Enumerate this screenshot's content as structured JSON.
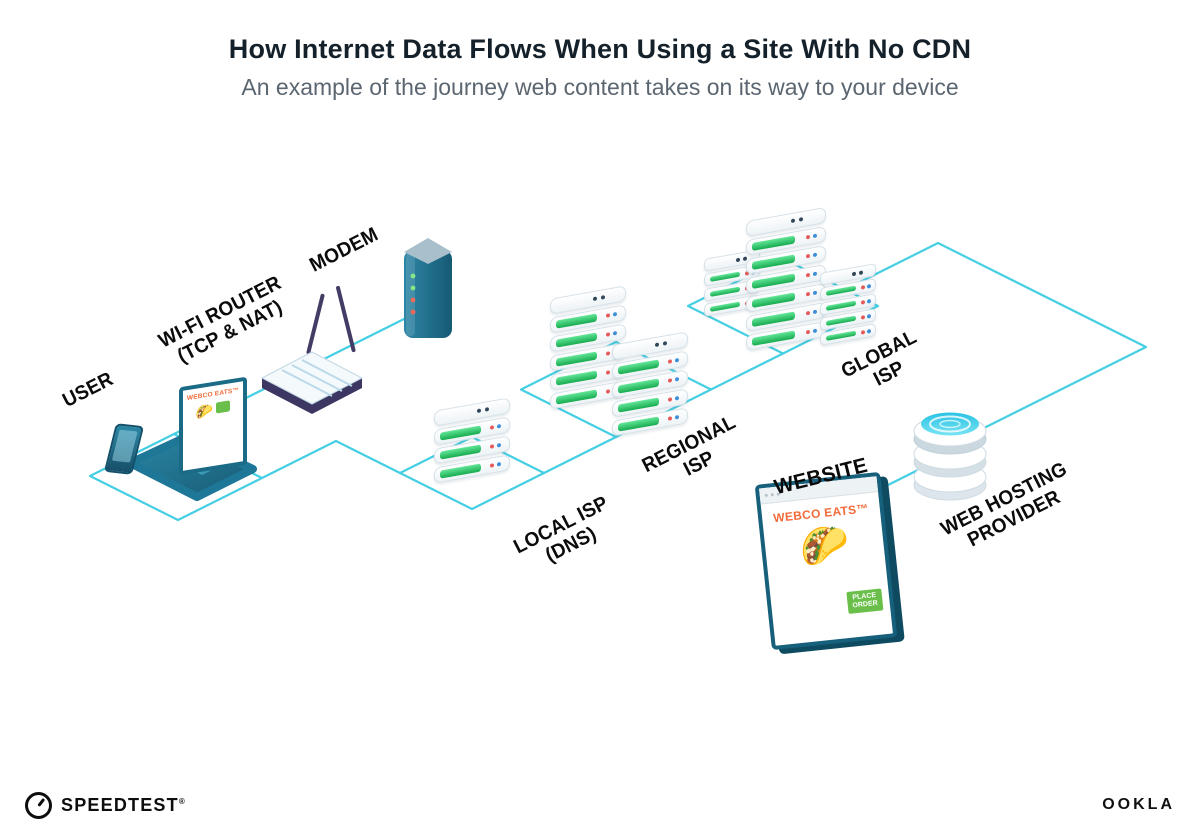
{
  "header": {
    "title": "How Internet Data Flows When Using a Site With No CDN",
    "subtitle": "An example of the journey web content takes on its way to your device"
  },
  "labels": {
    "user": "USER",
    "router1": "WI-FI ROUTER",
    "router2": "(TCP & NAT)",
    "modem": "MODEM",
    "local1": "LOCAL ISP",
    "local2": "(DNS)",
    "regional1": "REGIONAL",
    "regional2": "ISP",
    "global1": "GLOBAL",
    "global2": "ISP",
    "website": "WEBSITE",
    "hosting1": "WEB HOSTING",
    "hosting2": "PROVIDER"
  },
  "website_window": {
    "brand": "WEBCO EATS™",
    "hero_emoji": "🌮",
    "order_button_line1": "PLACE",
    "order_button_line2": "ORDER"
  },
  "laptop_screen": {
    "brand": "WEBCO EATS™",
    "hero_emoji": "🌮"
  },
  "footer": {
    "speedtest": "SPEEDTEST",
    "speedtest_mark": "®",
    "ookla": "OOKLA"
  },
  "colors": {
    "line_cyan": "#45CFE2",
    "device_teal": "#1B6A86",
    "server_green": "#2FC963",
    "brand_orange": "#F26B3A",
    "button_green": "#6ABF4B"
  }
}
